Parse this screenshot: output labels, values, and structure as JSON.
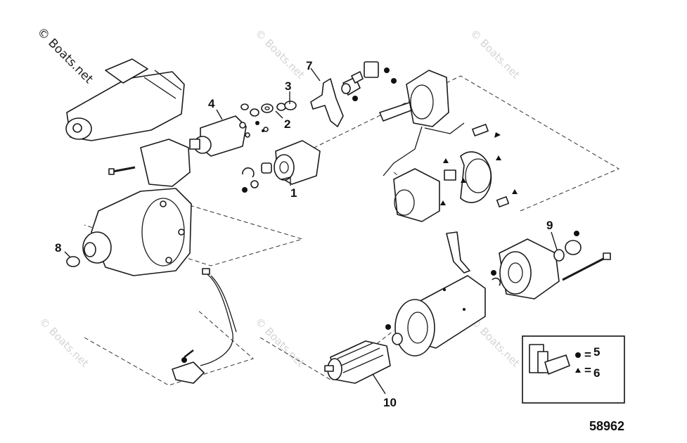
{
  "watermark": {
    "text": "© Boats.net"
  },
  "diagram": {
    "figure_number": "58962",
    "callouts": [
      "1",
      "2",
      "3",
      "4",
      "5",
      "6",
      "7",
      "8",
      "9",
      "10"
    ],
    "legend": {
      "dot_label": "5",
      "triangle_label": "6",
      "separator": "="
    }
  },
  "colors": {
    "ink": "#1a1a1a",
    "watermark": "#d4d4d4",
    "background": "#ffffff"
  }
}
